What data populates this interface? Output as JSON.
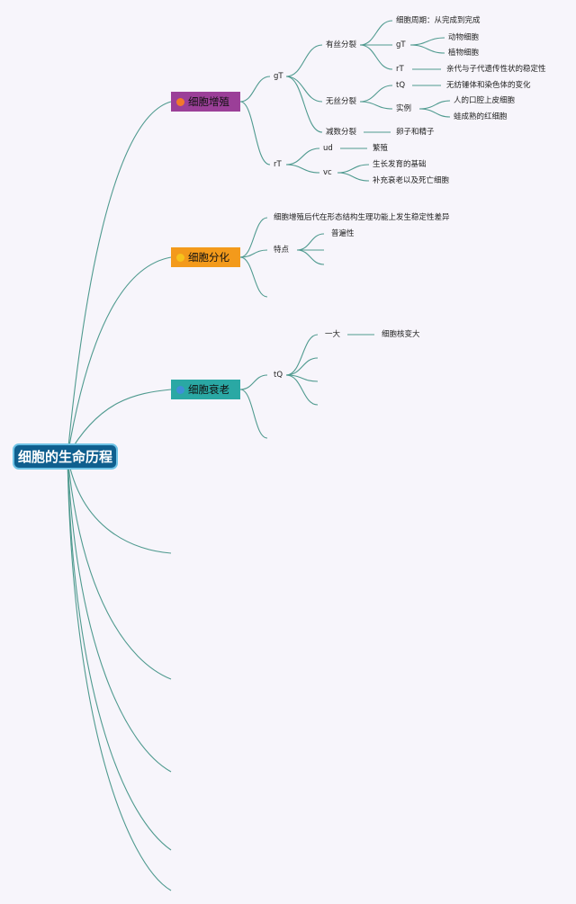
{
  "root": {
    "label": "细胞的生命历程"
  },
  "branches": [
    {
      "label": "细胞增殖",
      "color": "#9b3f98",
      "dot": "#f2792b"
    },
    {
      "label": "细胞分化",
      "color": "#f39a1b",
      "dot": "#f6c21c"
    },
    {
      "label": "细胞衰老",
      "color": "#2aa8a4",
      "dot": "#3f8fd8"
    }
  ],
  "nodes": {
    "pro_gT": "gT",
    "pro_rT": "rT",
    "mitosis": "有丝分裂",
    "amitosis": "无丝分裂",
    "meiosis": "减数分裂",
    "cell_cycle": "细胞周期：从完成到完成",
    "mit_gT": "gT",
    "animal_cell": "动物细胞",
    "plant_cell": "植物细胞",
    "mit_rT": "rT",
    "heredity": "亲代与子代遗传性状的稳定性",
    "ami_tQ": "tQ",
    "no_spindle": "无纺锤体和染色体的变化",
    "example": "实例",
    "human_mouth": "人的口腔上皮细胞",
    "frog_rbc": "蛙成熟的红细胞",
    "egg_sperm": "卵子和精子",
    "ud": "ud",
    "reproduce": "繁殖",
    "vc": "vc",
    "growth": "生长发育的基础",
    "replace": "补充衰老以及死亡细胞",
    "diff_def": "细胞增殖后代在形态结构生理功能上发生稳定性差异",
    "feature": "特点",
    "universal": "普遍性",
    "aging_tQ": "tQ",
    "one_big": "一大",
    "nucleus_big": "细胞核变大"
  }
}
